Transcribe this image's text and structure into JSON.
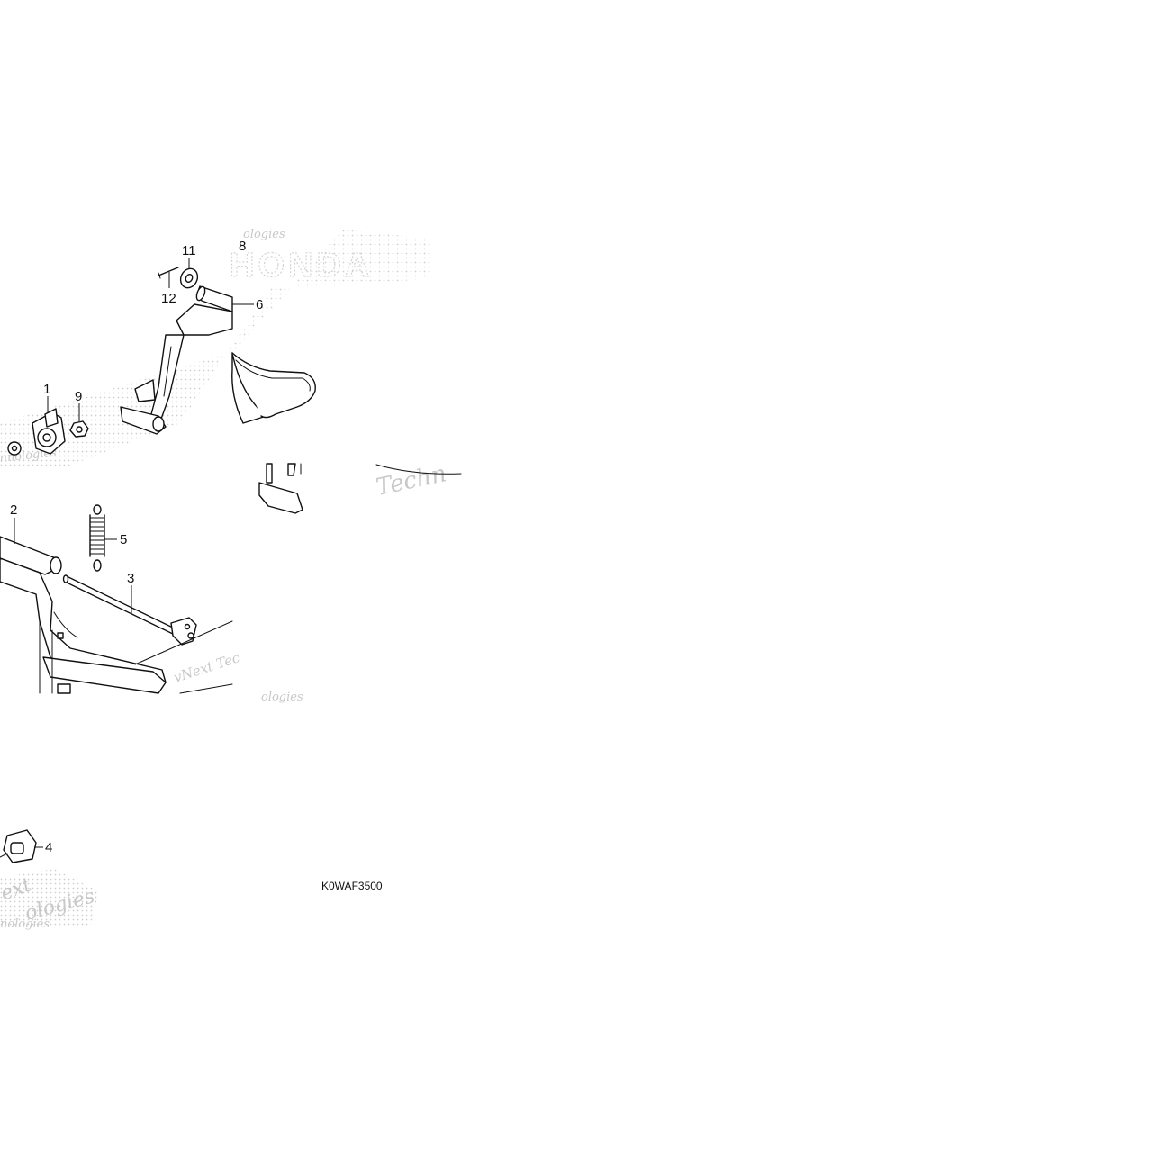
{
  "watermarks": {
    "brand": "HONDA",
    "tech_1": "ologies",
    "tech_2": "Techn",
    "tech_3": "ologies",
    "tech_4": "vNext Tec",
    "tech_5": "ext",
    "tech_6": "ologies",
    "tech_7": "nnologies",
    "tech_8": "nologies"
  },
  "callouts": [
    {
      "id": "1",
      "label": "1"
    },
    {
      "id": "2",
      "label": "2"
    },
    {
      "id": "3",
      "label": "3"
    },
    {
      "id": "4",
      "label": "4"
    },
    {
      "id": "5",
      "label": "5"
    },
    {
      "id": "6",
      "label": "6"
    },
    {
      "id": "8",
      "label": "8"
    },
    {
      "id": "9",
      "label": "9"
    },
    {
      "id": "11",
      "label": "11"
    },
    {
      "id": "12",
      "label": "12"
    }
  ],
  "diagram_code": "K0WAF3500",
  "colors": {
    "line": "#111111",
    "watermark": "#c8c8c8",
    "background": "#ffffff"
  }
}
